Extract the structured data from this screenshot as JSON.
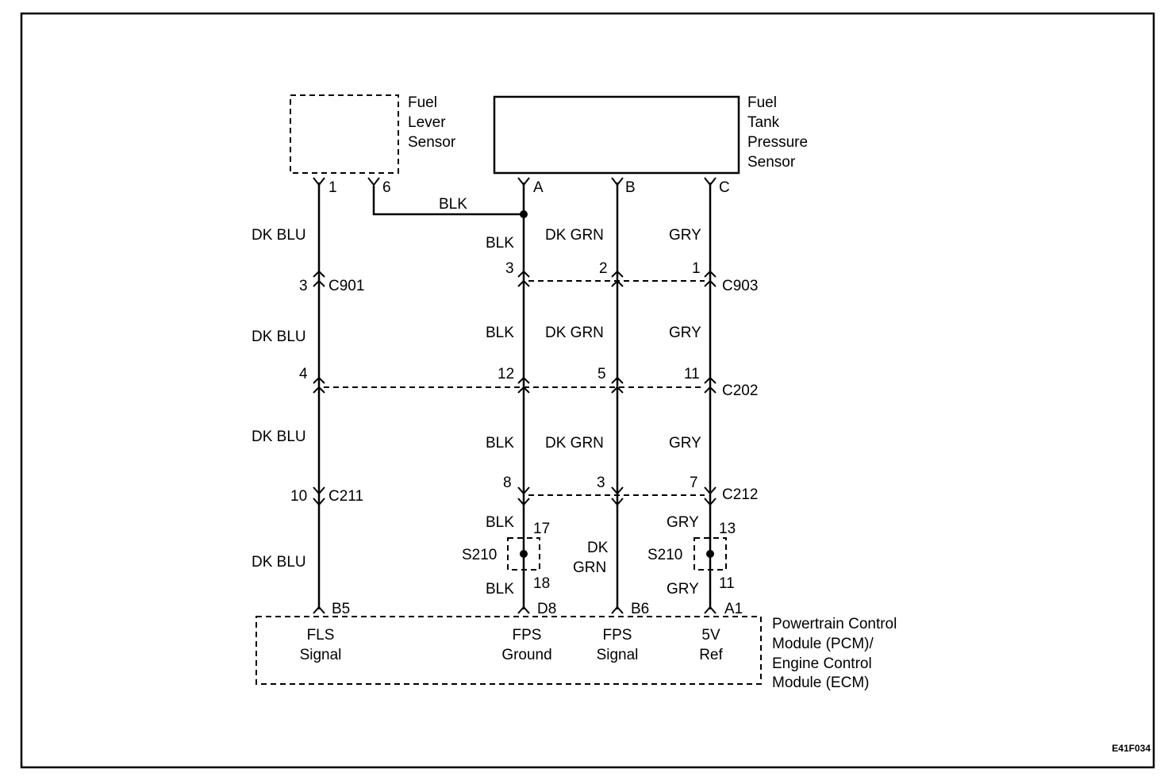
{
  "components": {
    "fuel_level_sensor": [
      "Fuel",
      "Lever",
      "Sensor"
    ],
    "fuel_tank_pressure_sensor": [
      "Fuel",
      "Tank",
      "Pressure",
      "Sensor"
    ],
    "pcm": [
      "Powertrain Control",
      "Module (PCM)/",
      "Engine  Control",
      "Module (ECM)"
    ]
  },
  "sensor_pins": {
    "fls_1": "1",
    "fls_6": "6",
    "ftp_a": "A",
    "ftp_b": "B",
    "ftp_c": "C"
  },
  "wire_colors": {
    "jumper": "BLK",
    "col1": [
      "DK BLU",
      "DK BLU",
      "DK BLU",
      "DK BLU"
    ],
    "col2": [
      "BLK",
      "BLK",
      "BLK",
      "BLK",
      "BLK"
    ],
    "col3": [
      "DK GRN",
      "DK GRN",
      "DK GRN",
      "DK",
      "GRN"
    ],
    "col4": [
      "GRY",
      "GRY",
      "GRY",
      "GRY",
      "GRY"
    ]
  },
  "connectors": {
    "c901": {
      "name": "C901",
      "pin": "3"
    },
    "c903": {
      "name": "C903",
      "pins": [
        "3",
        "2",
        "1"
      ]
    },
    "c202": {
      "name": "C202",
      "pins": [
        "4",
        "12",
        "5",
        "11"
      ]
    },
    "c211": {
      "name": "C211",
      "pin": "10"
    },
    "c212": {
      "name": "C212",
      "pins": [
        "8",
        "3",
        "7"
      ]
    }
  },
  "splices": {
    "left": {
      "name": "S210",
      "pin_top": "17",
      "pin_bottom": "18"
    },
    "right": {
      "name": "S210",
      "pin_top": "13",
      "pin_bottom": "11"
    }
  },
  "pcm_pins": [
    "B5",
    "D8",
    "B6",
    "A1"
  ],
  "pcm_circuits": [
    [
      "FLS",
      "Signal"
    ],
    [
      "FPS",
      "Ground"
    ],
    [
      "FPS",
      "Signal"
    ],
    [
      "5V",
      "Ref"
    ]
  ],
  "figure_id": "E41F034"
}
